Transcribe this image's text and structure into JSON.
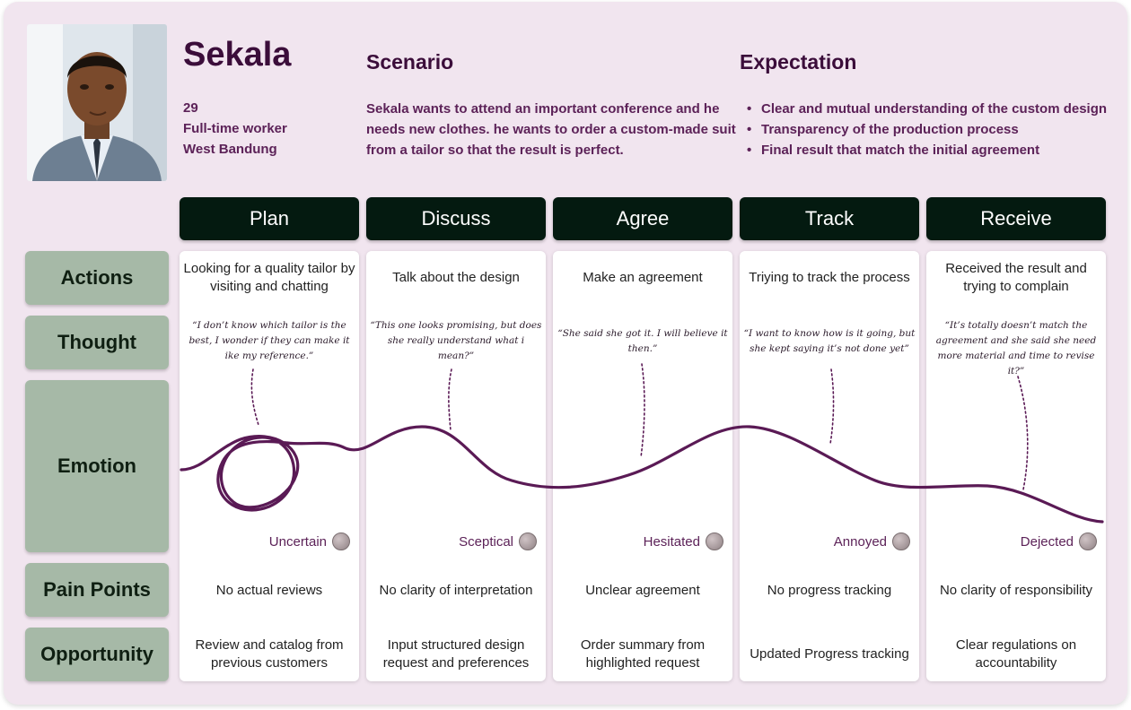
{
  "persona": {
    "name": "Sekala",
    "age": "29",
    "occupation": "Full-time worker",
    "location": "West Bandung"
  },
  "scenario": {
    "title": "Scenario",
    "text": "Sekala wants to attend an important conference and he needs new clothes. he wants to order a custom-made suit from a tailor so that the result is perfect."
  },
  "expectation": {
    "title": "Expectation",
    "items": [
      "Clear and mutual understanding of the custom design",
      "Transparency of the production process",
      "Final result that match the initial agreement"
    ]
  },
  "rows": [
    "Actions",
    "Thought",
    "Emotion",
    "Pain Points",
    "Opportunity"
  ],
  "stages": [
    {
      "name": "Plan",
      "action": "Looking for a quality tailor by visiting and chatting",
      "thought": "“I don’t know which tailor is the best, I wonder if they can make it ike my reference.”",
      "emotion": "Uncertain",
      "pain": "No actual reviews",
      "opportunity": "Review and catalog from previous customers"
    },
    {
      "name": "Discuss",
      "action": "Talk about the design",
      "thought": "“This one looks promising, but does she really understand what i mean?”",
      "emotion": "Sceptical",
      "pain": "No clarity of interpretation",
      "opportunity": "Input structured design request and preferences"
    },
    {
      "name": "Agree",
      "action": "Make an agreement",
      "thought": "“She said she got it. I will believe it then.”",
      "emotion": "Hesitated",
      "pain": "Unclear agreement",
      "opportunity": "Order summary from highlighted request"
    },
    {
      "name": "Track",
      "action": "Triying to track the process",
      "thought": "“I want to know how is it going, but she kept saying it’s not done yet”",
      "emotion": "Annoyed",
      "pain": "No progress tracking",
      "opportunity": "Updated Progress tracking"
    },
    {
      "name": "Receive",
      "action": "Received the result and trying to complain",
      "thought": "“It’s totally doesn’t match the agreement and she said she need more material and time to revise it?”",
      "emotion": "Dejected",
      "pain": "No clarity of responsibility",
      "opportunity": "Clear regulations on accountability"
    }
  ],
  "colors": {
    "background": "#f1e5ef",
    "stage_header": "#041a10",
    "row_label": "#a6b9a7",
    "accent": "#5c2258",
    "curve": "#5a1a55"
  }
}
